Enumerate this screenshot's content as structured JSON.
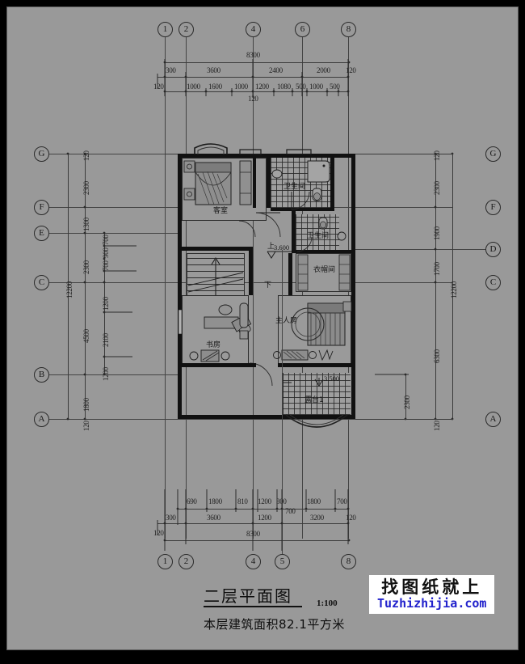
{
  "drawing": {
    "title": "二层平面图",
    "scale": "1:100",
    "subtitle": "本层建筑面积82.1平方米"
  },
  "watermark": {
    "cn": "找图纸就上",
    "en": "Tuzhizhijia.com"
  },
  "grid_top": [
    "1",
    "2",
    "4",
    "6",
    "8"
  ],
  "grid_bottom": [
    "1",
    "2",
    "4",
    "5",
    "8"
  ],
  "grid_left": [
    "G",
    "F",
    "E",
    "C",
    "B",
    "A"
  ],
  "grid_right": [
    "G",
    "F",
    "D",
    "C",
    "A"
  ],
  "dims_top": {
    "overall": "8300",
    "chain_2": [
      "300",
      "3600",
      "2400",
      "2000",
      "120"
    ],
    "chain_3": [
      "1000",
      "1600",
      "1000",
      "1200",
      "1080",
      "500",
      "1000",
      "500"
    ],
    "edge_left": "120",
    "center_note": "120"
  },
  "dims_bottom": {
    "overall": "8300",
    "chain_1": [
      "690",
      "1800",
      "810",
      "1200",
      "300",
      "1800",
      "700"
    ],
    "chain_2": [
      "300",
      "3600",
      "1200",
      "700",
      "3200",
      "120"
    ],
    "edge_left": "120"
  },
  "dims_left": {
    "overall": "12200",
    "top_edge": "120",
    "bottom_edge": "120",
    "chain_main": [
      "2300",
      "1300",
      "2300",
      "4500",
      "1800"
    ],
    "chain_inner": [
      "700",
      "700",
      "900",
      "700",
      "1200",
      "2100",
      "1200"
    ]
  },
  "dims_right": {
    "overall": "12200",
    "top_edge": "120",
    "bottom_edge": "120",
    "chain_main": [
      "2300",
      "1900",
      "1700",
      "6300"
    ],
    "terrace": "2300"
  },
  "rooms": [
    {
      "label": "客室",
      "name": "guest-bedroom"
    },
    {
      "label": "卫生间",
      "name": "bathroom-upper"
    },
    {
      "label": "卫生间",
      "name": "bathroom-lower"
    },
    {
      "label": "衣帽间",
      "name": "walk-in-closet"
    },
    {
      "label": "主人房",
      "name": "master-bedroom"
    },
    {
      "label": "书房",
      "name": "study"
    },
    {
      "label": "露台1",
      "name": "terrace-1"
    }
  ],
  "elevations": [
    {
      "value": "3.600",
      "name": "stair-landing-level"
    },
    {
      "value": "3.500",
      "name": "terrace-level"
    }
  ],
  "stair_marks": {
    "up": "上",
    "down": "下"
  },
  "colors": {
    "sheet_border": "#000000",
    "paper": "#999999",
    "ink": "#1a1a1a",
    "wall": "#111111",
    "watermark_text": "#2222cc"
  }
}
